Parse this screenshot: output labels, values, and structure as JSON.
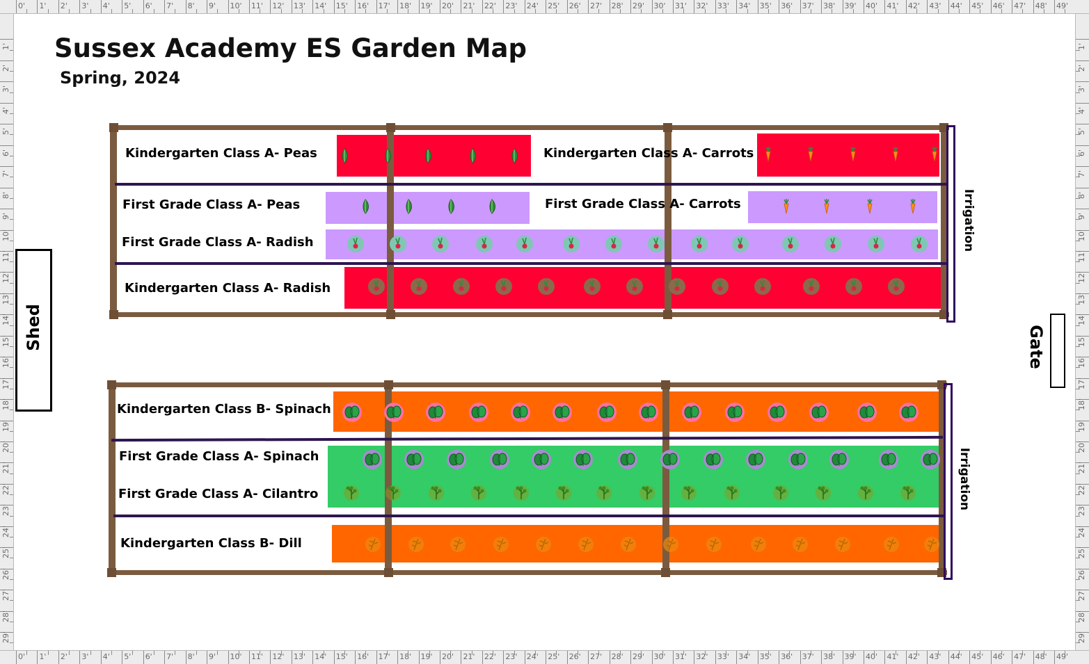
{
  "title": "Sussex Academy ES Garden Map",
  "subtitle": "Spring, 2024",
  "ruler": {
    "top_marks": [
      "0'",
      "1'",
      "2'",
      "3'",
      "4'",
      "5'",
      "6'",
      "7'",
      "8'",
      "9'",
      "10'",
      "11'",
      "12'",
      "13'",
      "14'",
      "15'",
      "16'",
      "17'",
      "18'",
      "19'",
      "20'",
      "21'",
      "22'",
      "23'",
      "24'",
      "25'",
      "26'",
      "27'",
      "28'",
      "29'",
      "30'",
      "31'",
      "32'",
      "33'",
      "34'",
      "35'",
      "36'",
      "37'",
      "38'",
      "39'",
      "40'",
      "41'",
      "42'",
      "43'",
      "44'",
      "45'",
      "46'",
      "47'",
      "48'",
      "49'"
    ],
    "side_marks": [
      "1'",
      "2'",
      "3'",
      "4'",
      "5'",
      "6'",
      "7'",
      "8'",
      "9'",
      "10'",
      "11'",
      "12'",
      "13'",
      "14'",
      "15'",
      "16'",
      "17'",
      "18'",
      "19'",
      "20'",
      "21'",
      "22'",
      "23'",
      "24'",
      "25'",
      "26'",
      "27'",
      "28'",
      "29'"
    ]
  },
  "landmarks": {
    "shed": "Shed",
    "gate": "Gate"
  },
  "beds": [
    {
      "irrigation_label": "Irrigation",
      "plots": [
        {
          "label": "Kindergarten Class A- Peas",
          "crop": "pea-icon",
          "color": "#ff0033"
        },
        {
          "label": "Kindergarten Class A- Carrots",
          "crop": "carrot-icon",
          "color": "#ff0033"
        },
        {
          "label": "First Grade Class A- Peas",
          "crop": "pea-icon",
          "color": "#cc99ff"
        },
        {
          "label": "First Grade Class A- Carrots",
          "crop": "carrot-icon",
          "color": "#cc99ff"
        },
        {
          "label": "First Grade Class A- Radish",
          "crop": "radish-icon",
          "color": "#cc99ff"
        },
        {
          "label": "Kindergarten Class A- Radish",
          "crop": "radish-icon",
          "color": "#ff0033"
        }
      ]
    },
    {
      "irrigation_label": "Irrigation",
      "plots": [
        {
          "label": "Kindergarten Class B- Spinach",
          "crop": "spinach-icon",
          "color": "#ff6600"
        },
        {
          "label": "First Grade Class A- Spinach",
          "crop": "spinach-icon",
          "color": "#33cc66"
        },
        {
          "label": "First Grade Class A- Cilantro",
          "crop": "cilantro-icon",
          "color": "#33cc66"
        },
        {
          "label": "Kindergarten Class B- Dill",
          "crop": "dill-icon",
          "color": "#ff6600"
        }
      ]
    }
  ],
  "colors": {
    "frame": "#7b5b3f",
    "divider": "#2e1550",
    "irrigation": "#2e0c5e"
  }
}
